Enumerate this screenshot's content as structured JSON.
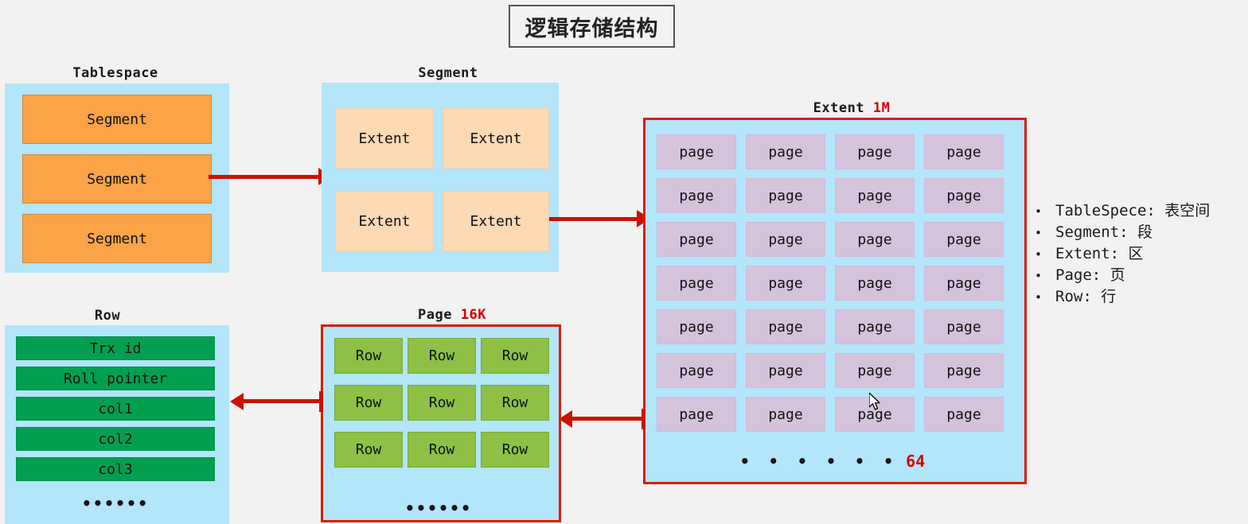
{
  "title": "逻辑存储结构",
  "sections": {
    "tablespace": {
      "caption": "Tablespace",
      "items": [
        "Segment",
        "Segment",
        "Segment"
      ]
    },
    "segment": {
      "caption": "Segment",
      "items": [
        "Extent",
        "Extent",
        "Extent",
        "Extent"
      ]
    },
    "extent": {
      "caption": "Extent",
      "size": "1M",
      "items": [
        "page",
        "page",
        "page",
        "page",
        "page",
        "page",
        "page",
        "page",
        "page",
        "page",
        "page",
        "page",
        "page",
        "page",
        "page",
        "page",
        "page",
        "page",
        "page",
        "page",
        "page",
        "page",
        "page",
        "page",
        "page",
        "page",
        "page",
        "page"
      ],
      "ellipsis": "• • • • • •",
      "count": "64"
    },
    "page": {
      "caption": "Page",
      "size": "16K",
      "items": [
        "Row",
        "Row",
        "Row",
        "Row",
        "Row",
        "Row",
        "Row",
        "Row",
        "Row"
      ],
      "ellipsis": "••••••"
    },
    "row": {
      "caption": "Row",
      "items": [
        "Trx id",
        "Roll pointer",
        "col1",
        "col2",
        "col3"
      ],
      "ellipsis": "••••••"
    }
  },
  "legend": {
    "bullet": "•",
    "items": [
      "TableSpece: 表空间",
      "Segment: 段",
      "Extent: 区",
      "Page: 页",
      "Row: 行"
    ]
  },
  "colors": {
    "blue_container": "#B3E5FB",
    "segment_fill": "#FBA346",
    "extent_fill": "#FDD9B4",
    "page_fill": "#D5C2DB",
    "row_fill": "#8DC044",
    "row_field_fill": "#00A050",
    "accent_red": "#D40000",
    "arrow_red": "#CC1100"
  }
}
